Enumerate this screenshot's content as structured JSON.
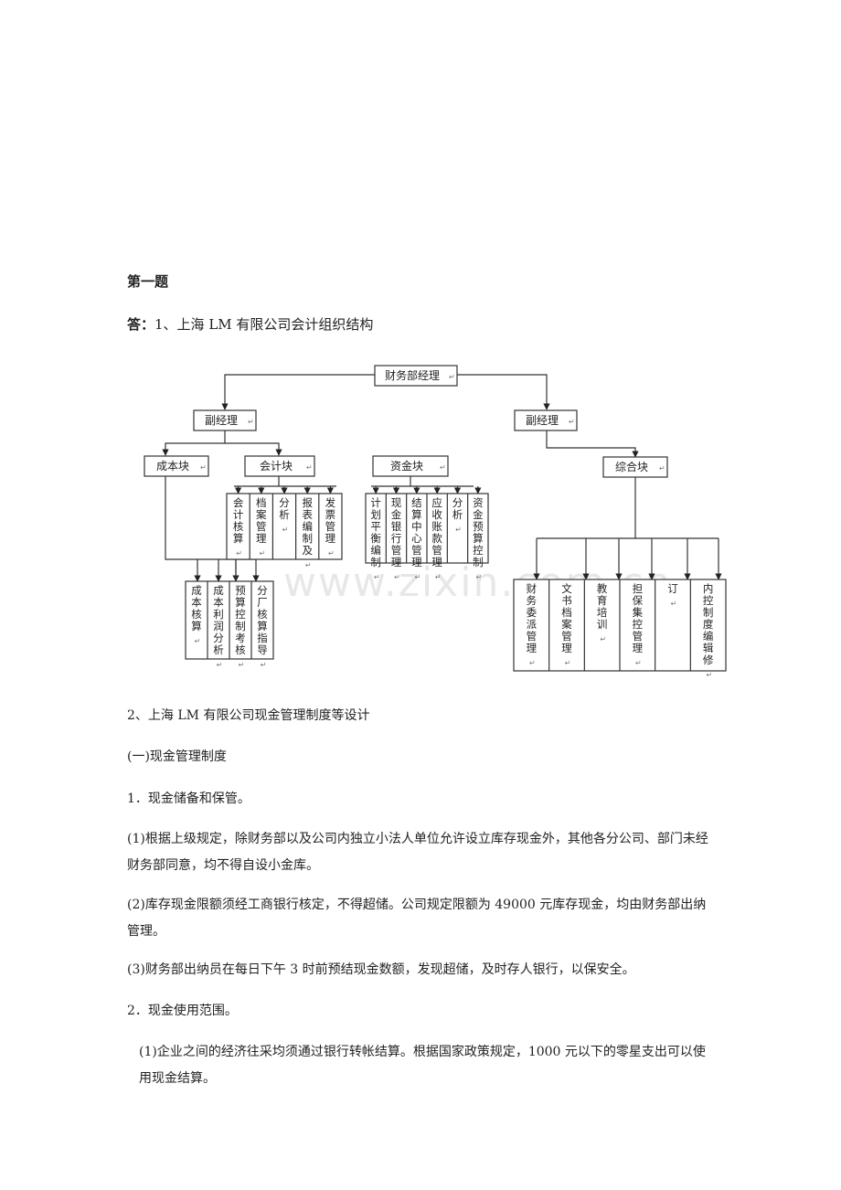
{
  "doc": {
    "q_title": "第一题",
    "answer_label": "答：",
    "answer_text": "1、上海 LM 有限公司会计组织结构",
    "section2": "2、上海 LM 有限公司现金管理制度等设计",
    "sub1": "(一)现金管理制度",
    "item1": "1．现金储备和保管。",
    "p1": "(1)根据上级规定，除财务部以及公司内独立小法人单位允许设立库存现金外，其他各分公司、部门未经财务部同意，均不得自设小金库。",
    "p2": "(2)库存现金限额须经工商银行核定，不得超储。公司规定限额为 49000 元库存现金，均由财务部出纳管理。",
    "p3": "(3)财务部出纳员在每日下午 3 时前预结现金数额，发现超储，及时存人银行，以保安全。",
    "item2": "2．现金使用范围。",
    "p4": "(1)企业之间的经济往采均须通过银行转帐结算。根据国家政策规定，1000 元以下的零星支出可以使用现金结算。"
  },
  "org": {
    "top": "财务部经理",
    "vp_left": "副经理",
    "vp_right": "副经理",
    "cost_block": "成本块",
    "acct_block": "会计块",
    "fund_block": "资金块",
    "general_block": "综合块",
    "acct_items": [
      "会计核算",
      "档案管理",
      "分析",
      "报表编制及",
      "发票管理"
    ],
    "fund_items": [
      "计划平衡编制",
      "现金银行管理",
      "结算中心管理",
      "应收账款管理",
      "分析",
      "资金预算控制"
    ],
    "cost_items": [
      "成本核算",
      "成本利润分析",
      "预算控制考核",
      "分厂核算指导"
    ],
    "general_items": [
      "财务委派管理",
      "文书档案管理",
      "教育培训",
      "担保集控管理",
      "订",
      "内控制度编辑修"
    ],
    "return_mark": "↵",
    "watermark": "www.zixin.com.cn"
  }
}
